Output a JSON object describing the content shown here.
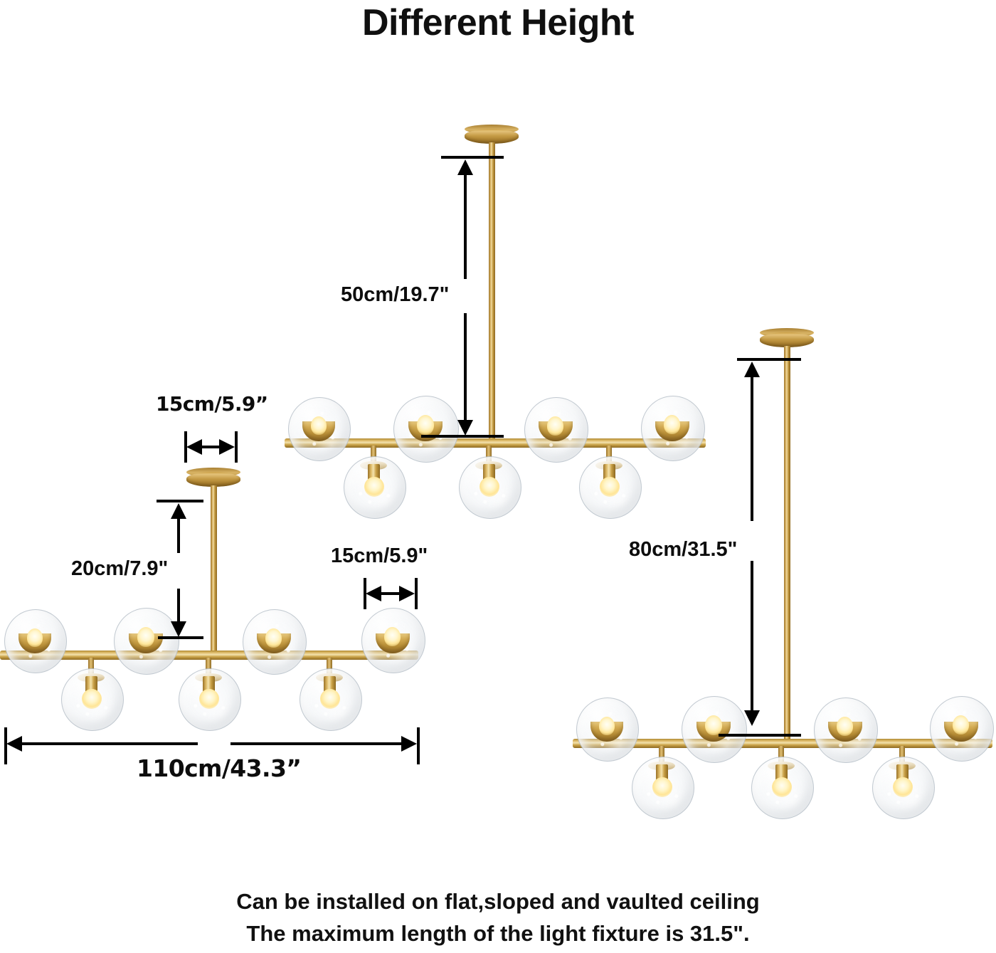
{
  "page": {
    "title": "Different Height",
    "background_color": "#ffffff",
    "brass_color": "#c9a046",
    "glass_color": "#e8edf1",
    "annotation_color": "#000000"
  },
  "captions": [
    "Can be installed on flat,sloped and vaulted ceiling",
    "The maximum length of the light fixture is 31.5\"."
  ],
  "fixtures": [
    {
      "id": "top-center",
      "name": "Chandelier with 50cm drop rod",
      "upper_globes": 4,
      "lower_globes": 3,
      "drop_label": "50cm/19.7\""
    },
    {
      "id": "left",
      "name": "Chandelier with 20cm drop rod",
      "upper_globes": 4,
      "lower_globes": 3,
      "drop_label": "20cm/7.9\""
    },
    {
      "id": "right",
      "name": "Chandelier with 80cm drop rod",
      "upper_globes": 4,
      "lower_globes": 3,
      "drop_label": "80cm/31.5\""
    }
  ],
  "dimensions": {
    "drop_50": "50cm/19.7\"",
    "drop_20": "20cm/7.9\"",
    "drop_80": "80cm/31.5\"",
    "globe_gap_top": "15cm/5.9”",
    "globe_gap_left": "15cm/5.9\"",
    "overall_width": "110cm/43.3”"
  },
  "chart_data": {
    "type": "diagram",
    "title": "Different Height",
    "subject": "Brass globe chandelier — drop rod height options",
    "measurements": [
      {
        "label": "50cm/19.7\"",
        "value_cm": 50,
        "value_in": 19.7,
        "orientation": "vertical",
        "applies_to": "top-center fixture drop rod"
      },
      {
        "label": "20cm/7.9\"",
        "value_cm": 20,
        "value_in": 7.9,
        "orientation": "vertical",
        "applies_to": "left fixture drop rod"
      },
      {
        "label": "80cm/31.5\"",
        "value_cm": 80,
        "value_in": 31.5,
        "orientation": "vertical",
        "applies_to": "right fixture drop rod"
      },
      {
        "label": "15cm/5.9”",
        "value_cm": 15,
        "value_in": 5.9,
        "orientation": "horizontal",
        "applies_to": "globe spacing (top fixture)"
      },
      {
        "label": "15cm/5.9\"",
        "value_cm": 15,
        "value_in": 5.9,
        "orientation": "horizontal",
        "applies_to": "globe spacing (left fixture)"
      },
      {
        "label": "110cm/43.3”",
        "value_cm": 110,
        "value_in": 43.3,
        "orientation": "horizontal",
        "applies_to": "overall fixture width"
      }
    ],
    "notes": [
      "Can be installed on flat,sloped and vaulted ceiling",
      "The maximum length of the light fixture is 31.5\"."
    ]
  }
}
